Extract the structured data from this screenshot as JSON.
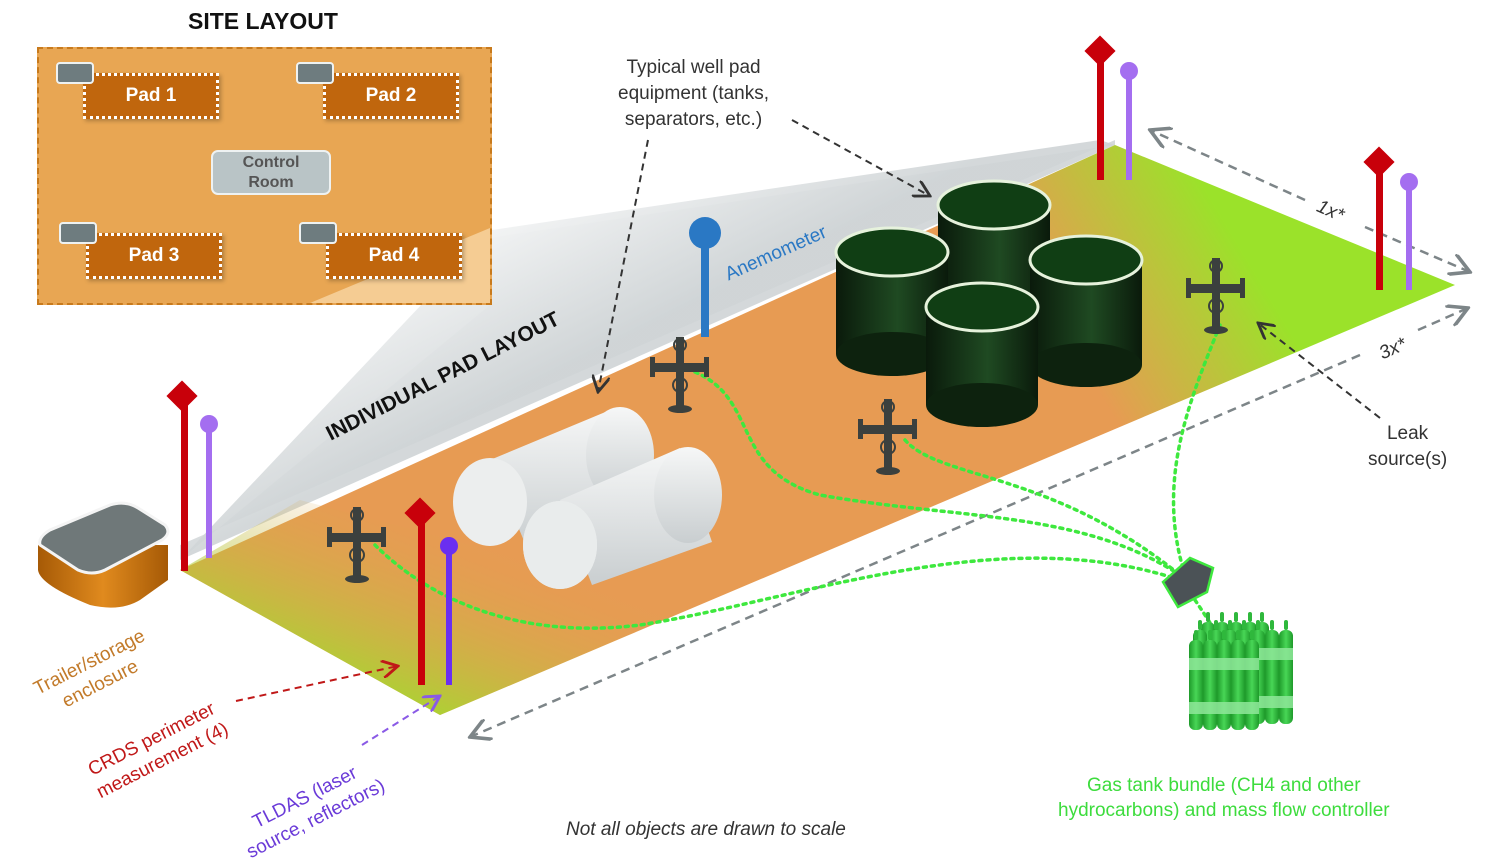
{
  "site_layout": {
    "title": "SITE LAYOUT",
    "pads": [
      "Pad 1",
      "Pad 2",
      "Pad 3",
      "Pad 4"
    ],
    "control_room": [
      "Control",
      "Room"
    ]
  },
  "pad_layout": {
    "title": "INDIVIDUAL PAD LAYOUT"
  },
  "callouts": {
    "equipment": [
      "Typical well pad",
      "equipment (tanks,",
      "separators, etc.)"
    ],
    "anemometer": "Anemometer",
    "leak_source": [
      "Leak",
      "source(s)"
    ],
    "dim_short": "1x*",
    "dim_long": "3x*",
    "trailer": [
      "Trailer/storage",
      "enclosure"
    ],
    "crds": [
      "CRDS perimeter",
      "measurement (4)"
    ],
    "tldas": [
      "TLDAS (laser",
      "source, reflectors)"
    ],
    "gas_tanks": [
      "Gas tank bundle (CH4 and other",
      "hydrocarbons) and mass flow controller"
    ],
    "footer": "Not all objects are drawn to scale"
  },
  "colors": {
    "site_bg": "#e8a653",
    "pad_fill": "#c0660d",
    "platform_orange": "#e79b53",
    "platform_green": "#9be22a",
    "crds_red": "#c8000a",
    "tldas_purple": "#a46ef0",
    "tldas_blue": "#6a2ff0",
    "anemometer_blue": "#2a78c4",
    "gas_green": "#3ddc3d",
    "tank_dark_green": "#0f2a12",
    "trailer_label": "#c27a2a",
    "crds_label": "#c01818",
    "tldas_label": "#6a3ad8"
  }
}
